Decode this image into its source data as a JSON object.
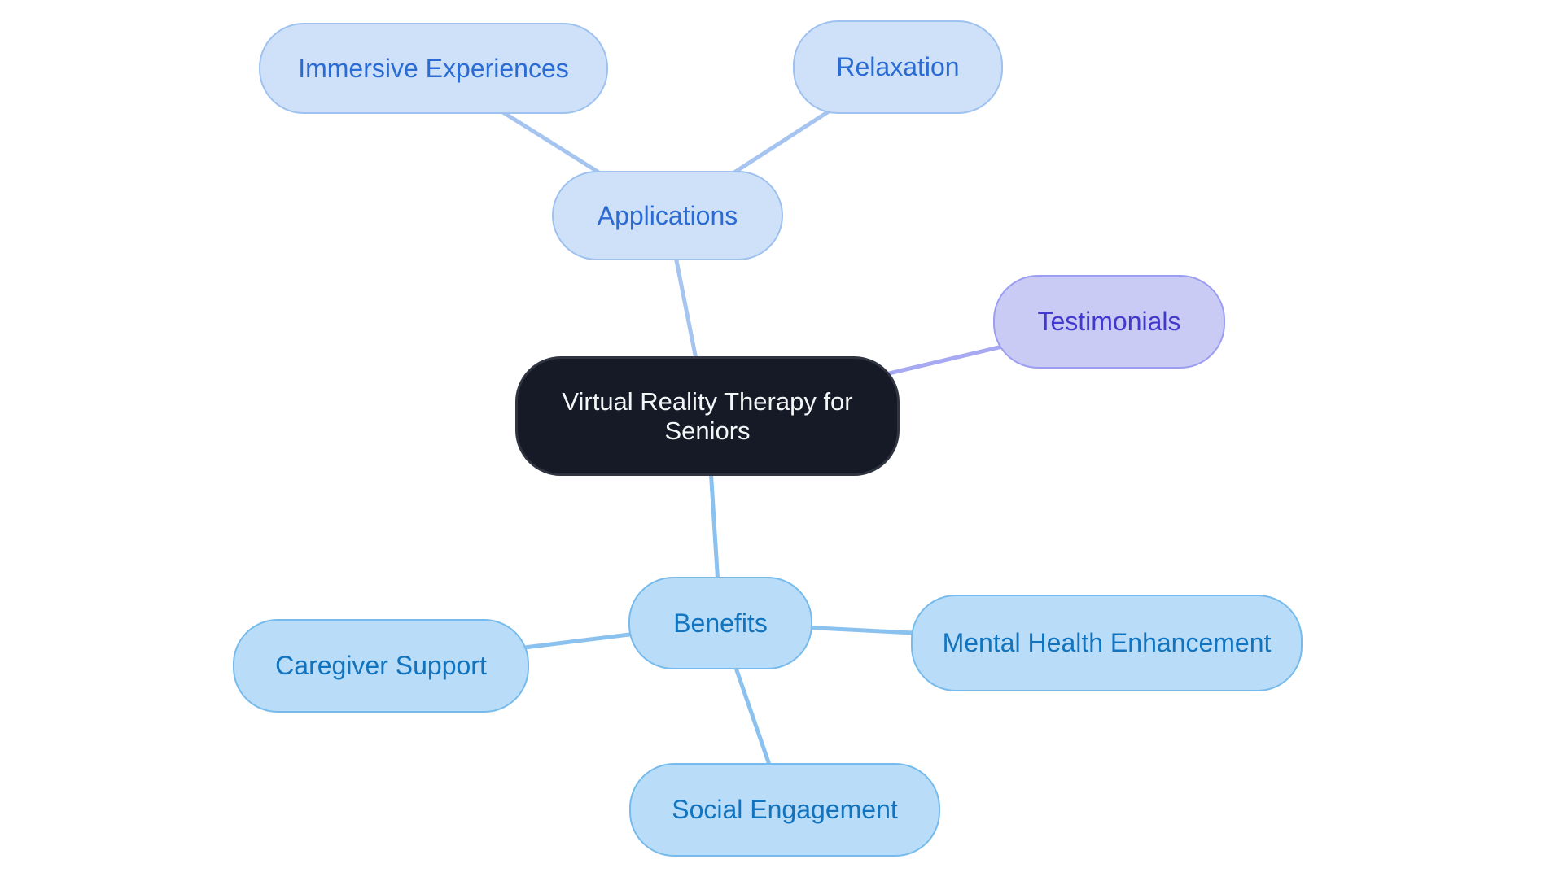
{
  "diagram": {
    "type": "mindmap",
    "background_color": "#ffffff",
    "root": {
      "id": "central",
      "label": "Virtual Reality Therapy for Seniors",
      "colors": {
        "fill": "#151a26",
        "border": "#2f3440",
        "text": "#f3f5f7"
      }
    },
    "branches": [
      {
        "id": "applications",
        "label": "Applications",
        "colors": {
          "fill": "#cfe1f9",
          "border": "#9ec1ef",
          "text": "#2a6bd4",
          "edge": "#a6c4f0"
        },
        "children": [
          {
            "id": "immersive-experiences",
            "label": "Immersive Experiences"
          },
          {
            "id": "relaxation",
            "label": "Relaxation"
          }
        ]
      },
      {
        "id": "testimonials",
        "label": "Testimonials",
        "colors": {
          "fill": "#cacbf5",
          "border": "#9b9ef0",
          "text": "#4139cb",
          "edge": "#a7a9f2"
        },
        "children": []
      },
      {
        "id": "benefits",
        "label": "Benefits",
        "colors": {
          "fill": "#b9ddf8",
          "border": "#77bbec",
          "text": "#1273be",
          "edge": "#8ac1ef"
        },
        "children": [
          {
            "id": "caregiver-support",
            "label": "Caregiver Support"
          },
          {
            "id": "mental-health-enhancement",
            "label": "Mental Health Enhancement"
          },
          {
            "id": "social-engagement",
            "label": "Social Engagement"
          }
        ]
      }
    ],
    "edges": [
      {
        "from": "immersive-experiences",
        "to": "applications"
      },
      {
        "from": "relaxation",
        "to": "applications"
      },
      {
        "from": "applications",
        "to": "central"
      },
      {
        "from": "central",
        "to": "testimonials"
      },
      {
        "from": "central",
        "to": "benefits"
      },
      {
        "from": "benefits",
        "to": "caregiver-support"
      },
      {
        "from": "benefits",
        "to": "mental-health-enhancement"
      },
      {
        "from": "benefits",
        "to": "social-engagement"
      }
    ]
  }
}
